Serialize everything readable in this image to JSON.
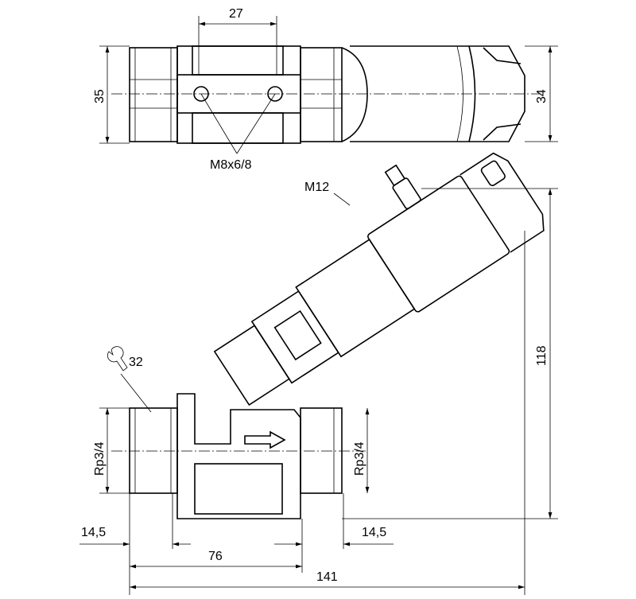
{
  "top_view": {
    "dim_width": "27",
    "dim_height_left": "35",
    "dim_height_right": "34",
    "thread_holes": "M8x6/8"
  },
  "side_view": {
    "connector": "M12",
    "wrench_size": "32",
    "wrench_icon": "wrench-icon",
    "thread_left": "Rp3/4",
    "thread_right": "Rp3/4",
    "dim_height": "118",
    "dim_thread_left": "14,5",
    "dim_thread_right": "14,5",
    "dim_body": "76",
    "dim_total": "141"
  },
  "colors": {
    "line": "#000000",
    "background": "#ffffff"
  }
}
